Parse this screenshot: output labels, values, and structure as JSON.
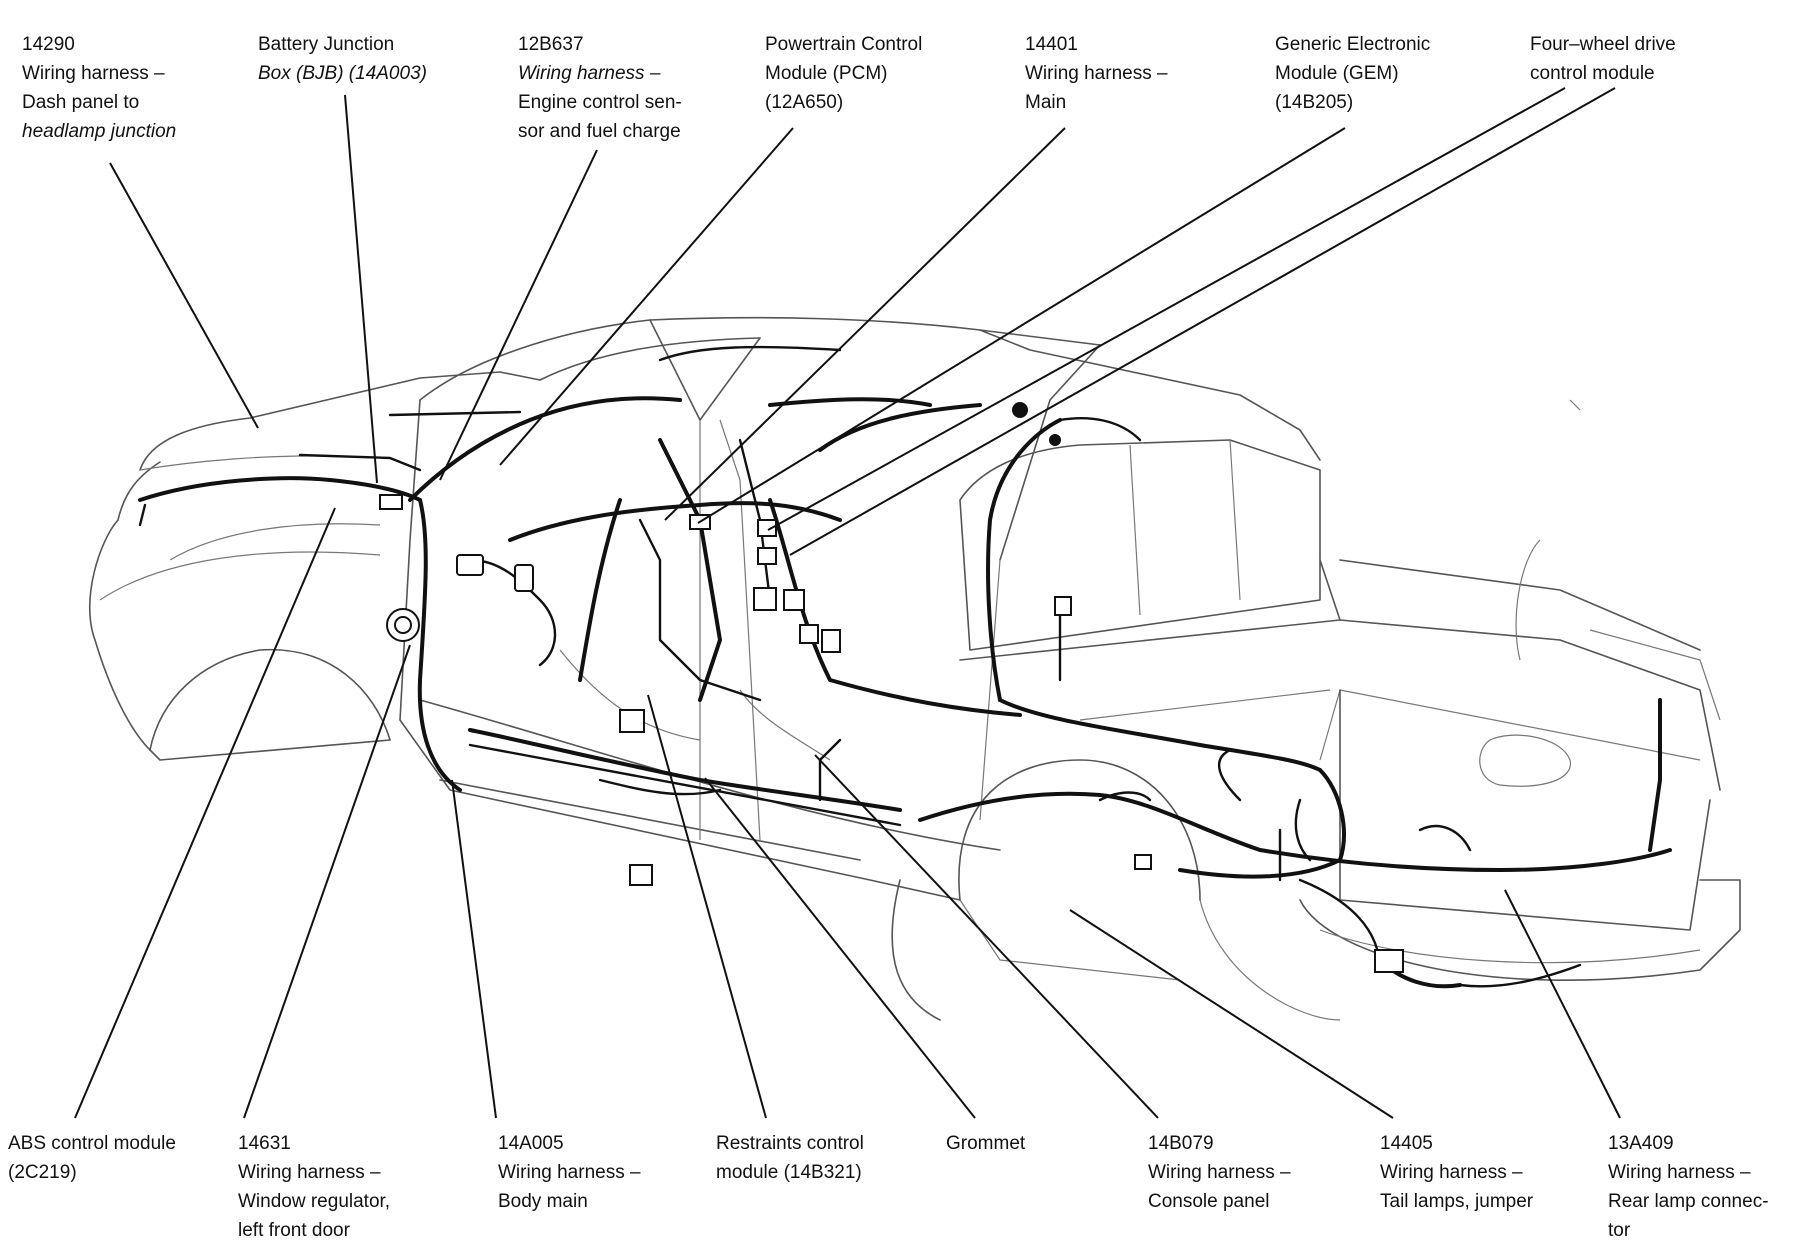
{
  "callouts_top": [
    {
      "id": "c14290",
      "lines": [
        "14290",
        "Wiring harness –",
        "Dash panel to",
        "headlamp junction"
      ]
    },
    {
      "id": "cbjb",
      "lines": [
        "Battery Junction",
        "Box (BJB) (14A003)"
      ]
    },
    {
      "id": "c12b637",
      "lines": [
        "12B637",
        "Wiring harness –",
        "Engine control sen-",
        "sor and fuel charge"
      ]
    },
    {
      "id": "cpcm",
      "lines": [
        "Powertrain Control",
        "Module (PCM)",
        "(12A650)"
      ]
    },
    {
      "id": "c14401",
      "lines": [
        "14401",
        "Wiring harness –",
        "Main"
      ]
    },
    {
      "id": "cgem",
      "lines": [
        "Generic Electronic",
        "Module (GEM)",
        "(14B205)"
      ]
    },
    {
      "id": "c4wd",
      "lines": [
        "Four–wheel drive",
        "control module"
      ]
    }
  ],
  "callouts_bottom": [
    {
      "id": "cabs",
      "lines": [
        "ABS control module",
        "(2C219)"
      ]
    },
    {
      "id": "c14631",
      "lines": [
        "14631",
        "Wiring harness –",
        "Window regulator,",
        "left front door"
      ]
    },
    {
      "id": "c14a005",
      "lines": [
        "14A005",
        "Wiring harness –",
        "Body main"
      ]
    },
    {
      "id": "crcm",
      "lines": [
        "Restraints control",
        "module (14B321)"
      ]
    },
    {
      "id": "cgrommet",
      "lines": [
        "Grommet"
      ]
    },
    {
      "id": "c14b079",
      "lines": [
        "14B079",
        "Wiring harness –",
        "Console panel"
      ]
    },
    {
      "id": "c14405",
      "lines": [
        "14405",
        "Wiring harness –",
        "Tail lamps, jumper"
      ]
    },
    {
      "id": "c13a409",
      "lines": [
        "13A409",
        "Wiring harness –",
        "Rear lamp connec-",
        "tor"
      ]
    }
  ]
}
